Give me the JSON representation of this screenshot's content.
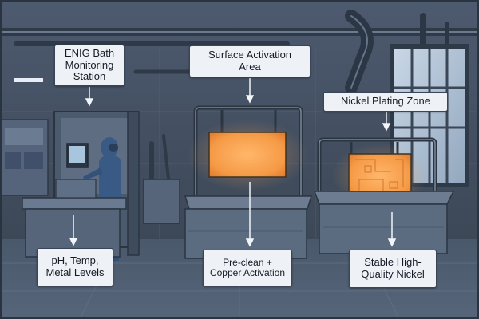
{
  "station_labels": {
    "enig_monitor": {
      "line1": "ENIG Bath",
      "line2": "Monitoring",
      "line3": "Station"
    },
    "surface_activation": {
      "line1": "Surface Activation",
      "line2": "Area"
    },
    "nickel_plating": {
      "line1": "Nickel Plating Zone"
    }
  },
  "result_labels": {
    "monitor_result": {
      "line1": "pH, Temp,",
      "line2": "Metal Levels"
    },
    "activation_result": {
      "line1": "Pre-clean +",
      "line2": "Copper Activation"
    },
    "plating_result": {
      "line1": "Stable High-",
      "line2": "Quality Nickel"
    }
  },
  "colors": {
    "background": "#3f4c60",
    "callout_fill": "#eef1f5",
    "panel_glow": "#f59a46",
    "tank_body": "#5b6b80",
    "operator_suit": "#3a5a86"
  }
}
